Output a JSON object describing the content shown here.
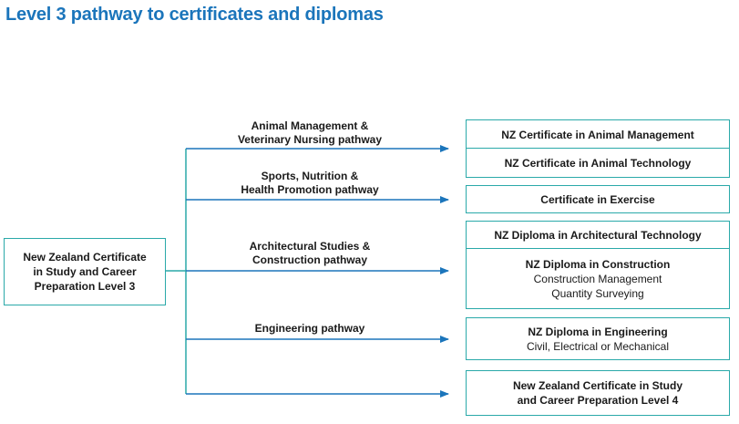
{
  "title": "Level 3 pathway to certificates and diplomas",
  "colors": {
    "title": "#1b75bb",
    "box_border": "#2aa9a9",
    "arrow": "#1b75bb",
    "connector": "#2aa9a9"
  },
  "source": {
    "label": "New Zealand Certificate in Study and Career Preparation Level 3"
  },
  "pathways": [
    {
      "label": "Animal Management &\nVeterinary Nursing pathway",
      "destinations": [
        {
          "title": "NZ Certificate in Animal Management",
          "details": []
        },
        {
          "title": "NZ Certificate in Animal Technology",
          "details": []
        }
      ]
    },
    {
      "label": "Sports, Nutrition &\nHealth Promotion pathway",
      "destinations": [
        {
          "title": "Certificate in Exercise",
          "details": []
        }
      ]
    },
    {
      "label": "Architectural Studies &\nConstruction pathway",
      "destinations": [
        {
          "title": "NZ Diploma in Architectural Technology",
          "details": []
        },
        {
          "title": "NZ Diploma in Construction",
          "details": [
            "Construction Management",
            "Quantity Surveying"
          ]
        }
      ]
    },
    {
      "label": "Engineering pathway",
      "destinations": [
        {
          "title": "NZ Diploma in Engineering",
          "details": [
            "Civil, Electrical or Mechanical"
          ]
        }
      ]
    },
    {
      "label": "",
      "destinations": [
        {
          "title": "New Zealand Certificate in Study\nand Career Preparation Level 4",
          "details": []
        }
      ]
    }
  ]
}
